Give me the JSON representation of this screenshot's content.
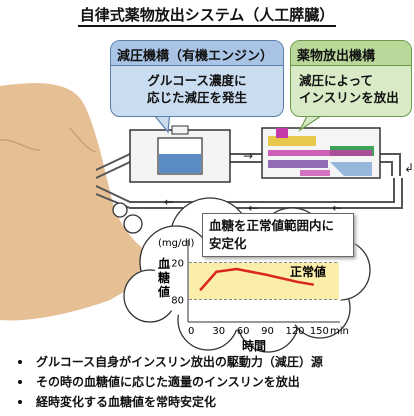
{
  "title": "自律式薬物放出システム（人工膵臓）",
  "callout_left": {
    "heading": "減圧機構（有機エンジン）",
    "line1": "グルコース濃度に",
    "line2": "応じた減圧を発生"
  },
  "callout_right": {
    "heading": "薬物放出機構",
    "line1": "減圧によって",
    "line2": "インスリンを放出"
  },
  "stable_box": {
    "line1": "血糖を正常値範囲内に",
    "line2": "安定化"
  },
  "chart_data": {
    "type": "line",
    "unit_label": "(mg/dl)",
    "ylabel": "血糖値",
    "xlabel": "時間",
    "x_ticks": [
      "0",
      "30",
      "60",
      "90",
      "120",
      "150",
      "min"
    ],
    "y_ticks": [
      "120",
      "80"
    ],
    "band_label": "正常値",
    "xlim": [
      0,
      165
    ],
    "ylim": [
      60,
      140
    ],
    "band": [
      80,
      120
    ],
    "series": [
      {
        "x": [
          10,
          30,
          55,
          90,
          130,
          150
        ],
        "y": [
          90,
          110,
          113,
          107,
          99,
          96
        ],
        "color": "#d9261c"
      }
    ]
  },
  "bullets": [
    "グルコース自身がインスリン放出の駆動力（減圧）源",
    "その時の血糖値に応じた適量のインスリンを放出",
    "経時変化する血糖値を常時安定化"
  ]
}
